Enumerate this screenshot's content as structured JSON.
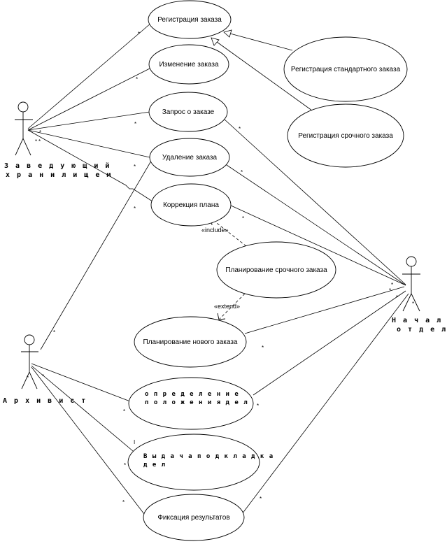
{
  "actors": {
    "manager_line1": "З а в е д у ю щ и й",
    "manager_line2": "х р а н и л и щ е м",
    "archivist": "А р х и в и с т",
    "dept_head_line1": "Н а ч а л ь н и к",
    "dept_head_line2": "о т д е л а"
  },
  "use_cases": {
    "order_registration": "Регистрация заказа",
    "order_change": "Изменение заказа",
    "order_query": "Запрос о заказе",
    "order_delete": "Удаление заказа",
    "plan_correction": "Коррекция плана",
    "standard_registration": "Регистрация стандартного заказа",
    "urgent_registration": "Регистрация срочного заказа",
    "urgent_planning": "Планирование срочного заказа",
    "new_planning": "Планирование нового заказа",
    "location_line1": "о п р е д е л е н и е",
    "location_line2": "п о л о ж е н и я  д е л",
    "issue_line1": "В ы д а ч а  п о д к л а д к а",
    "issue_line2": "д е л",
    "result_fixation": "Фиксация результатов"
  },
  "stereotypes": {
    "include": "«include»",
    "extend": "«extend»"
  },
  "multiplicity": "*",
  "marks": {
    "tick": "I"
  }
}
